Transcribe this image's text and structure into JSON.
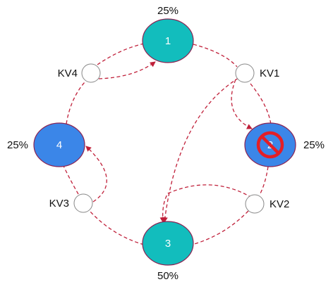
{
  "diagram": {
    "colors": {
      "teal": "#12BDBD",
      "blue": "#3B86E8",
      "node_border": "#8B2252",
      "edge": "#C0203A",
      "forbidden": "#E41E26",
      "kv_fill": "#ffffff",
      "kv_border": "#888888"
    },
    "nodes": [
      {
        "id": "1",
        "label": "1",
        "percent": "25%",
        "color": "teal"
      },
      {
        "id": "2",
        "label": "2",
        "percent": "25%",
        "color": "blue",
        "status": "forbidden-icon"
      },
      {
        "id": "3",
        "label": "3",
        "percent": "50%",
        "color": "teal"
      },
      {
        "id": "4",
        "label": "4",
        "percent": "25%",
        "color": "blue"
      }
    ],
    "kv_points": [
      {
        "id": "kv1",
        "label": "KV1"
      },
      {
        "id": "kv2",
        "label": "KV2"
      },
      {
        "id": "kv3",
        "label": "KV3"
      },
      {
        "id": "kv4",
        "label": "KV4"
      }
    ]
  }
}
